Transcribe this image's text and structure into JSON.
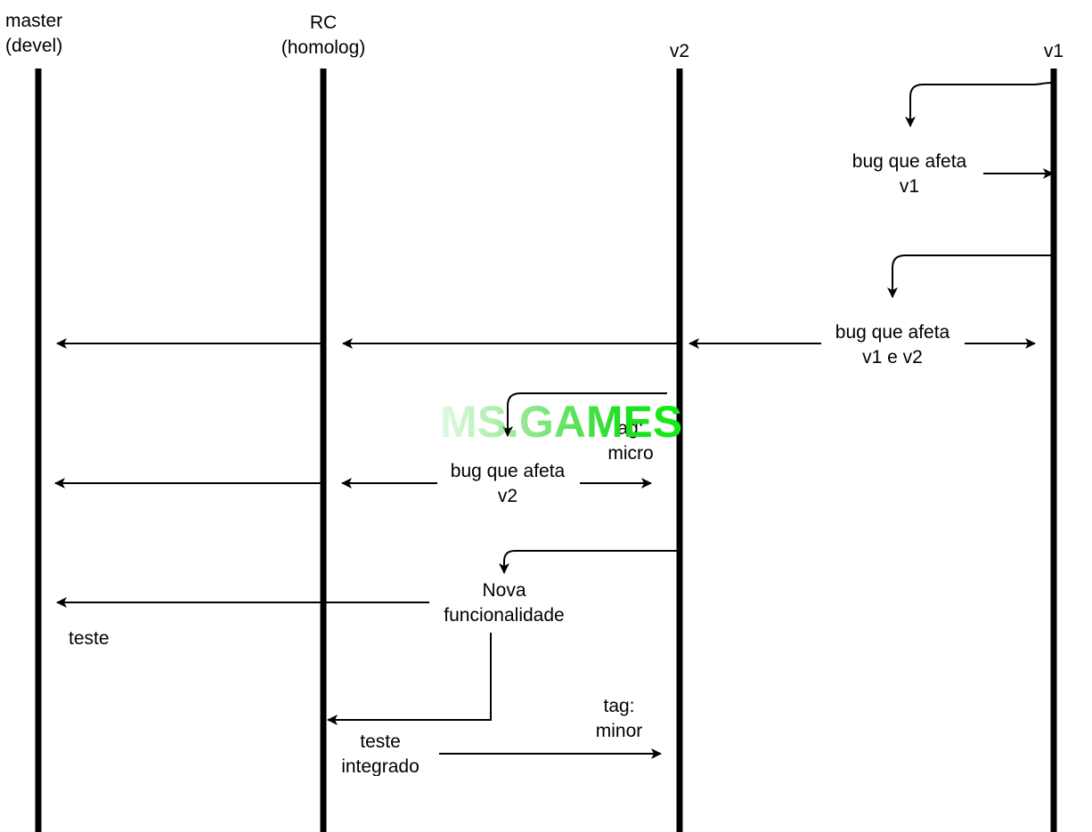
{
  "lanes": {
    "master": "master\n(devel)",
    "rc": "RC\n(homolog)",
    "v2": "v2",
    "v1": "v1"
  },
  "boxes": {
    "bug_v1": "bug que afeta\nv1",
    "bug_v1_v2": "bug que afeta\nv1 e v2",
    "bug_v2": "bug que afeta\nv2",
    "nova_funcionalidade": "Nova\nfuncionalidade"
  },
  "notes": {
    "tag_micro": "ag:\nmicro",
    "teste": "teste",
    "teste_integrado": "teste\nintegrado",
    "tag_minor": "tag:\nminor"
  },
  "watermark": {
    "text": "MS.GAMES",
    "color": "#22dd22"
  },
  "colors": {
    "stroke": "#000000",
    "background": "#ffffff"
  }
}
